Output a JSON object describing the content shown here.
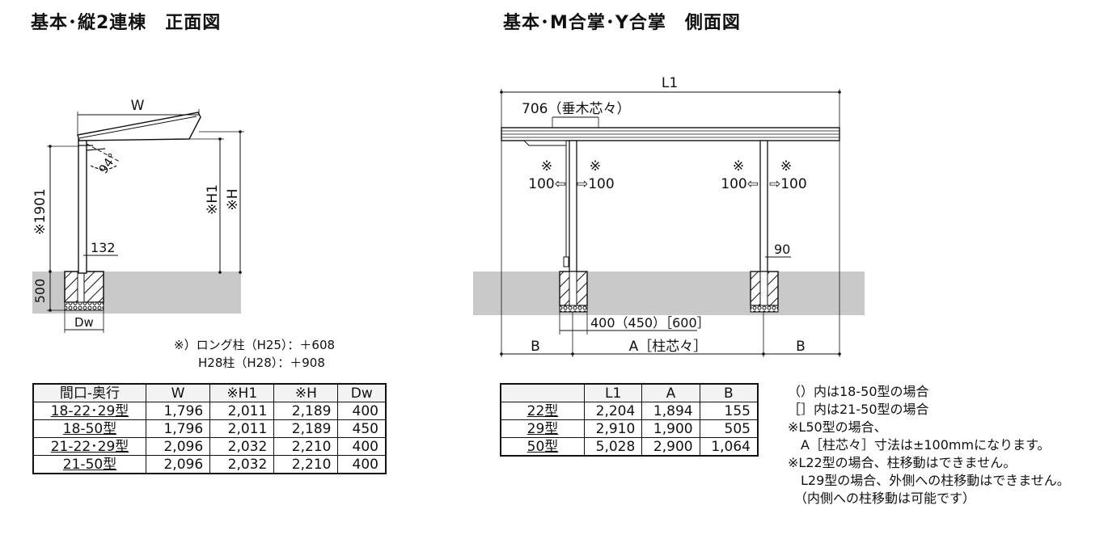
{
  "titles": {
    "left": "基本･縦2連棟　正面図",
    "right": "基本･M合掌･Y合掌　側面図"
  },
  "front_view": {
    "w": "W",
    "angle": "94°",
    "h_total": "※1901",
    "h1": "※H1",
    "h": "※H",
    "post": "132",
    "depth": "500",
    "dw": "Dw"
  },
  "side_view": {
    "l1": "L1",
    "rafter": "706（垂木芯々）",
    "mark": "※",
    "move_left": "100⇦",
    "move_right": "⇨100",
    "post": "90",
    "found": "400（450）［600］",
    "a": "A［柱芯々］",
    "b": "B"
  },
  "long_post": {
    "line1": "※）ロング柱（H25）：＋608",
    "line2": "H28柱（H28）：＋908"
  },
  "table_front": {
    "headers": [
      "間口-奥行",
      "W",
      "※H1",
      "※H",
      "Dw"
    ],
    "rows": [
      [
        "18-22･29型",
        "1,796",
        "2,011",
        "2,189",
        "400"
      ],
      [
        "18-50型",
        "1,796",
        "2,011",
        "2,189",
        "450"
      ],
      [
        "21-22･29型",
        "2,096",
        "2,032",
        "2,210",
        "400"
      ],
      [
        "21-50型",
        "2,096",
        "2,032",
        "2,210",
        "400"
      ]
    ]
  },
  "table_side": {
    "headers": [
      "",
      "L1",
      "A",
      "B"
    ],
    "rows": [
      [
        "22型",
        "2,204",
        "1,894",
        "155"
      ],
      [
        "29型",
        "2,910",
        "1,900",
        "505"
      ],
      [
        "50型",
        "5,028",
        "2,900",
        "1,064"
      ]
    ]
  },
  "notes": [
    "（）内は18-50型の場合",
    "［］内は21-50型の場合",
    "※L50型の場合、",
    "　A［柱芯々］寸法は±100mmになります。",
    "※L22型の場合、柱移動はできません。",
    "　L29型の場合、外側への柱移動はできません。",
    "　（内側への柱移動は可能です）"
  ],
  "colors": {
    "ground": "#c9c9c9",
    "line": "#111111"
  }
}
